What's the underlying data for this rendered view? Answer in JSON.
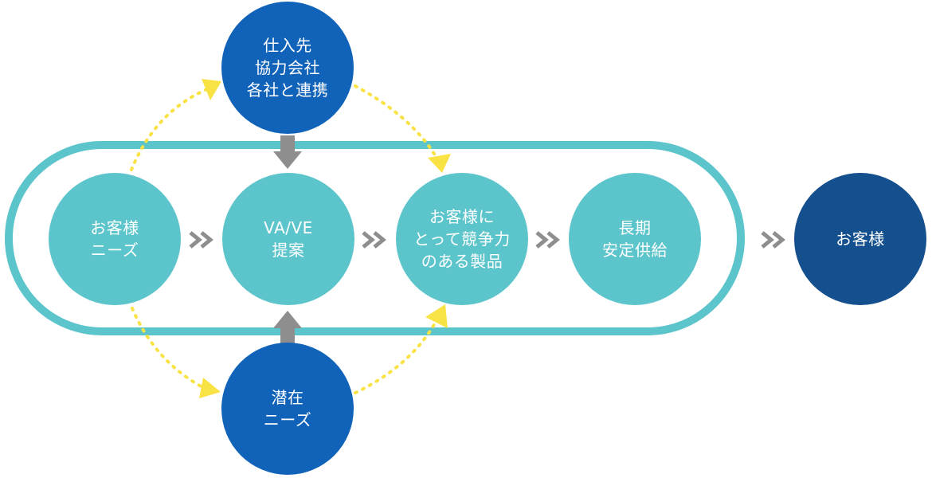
{
  "nodes": {
    "needs": {
      "lines": [
        "お客様",
        "ニーズ"
      ]
    },
    "vave": {
      "lines": [
        "VA/VE",
        "提案"
      ]
    },
    "product": {
      "lines": [
        "お客様に",
        "とって競争力",
        "のある製品"
      ]
    },
    "supply": {
      "lines": [
        "長期",
        "安定供給"
      ]
    },
    "suppliers": {
      "lines": [
        "仕入先",
        "協力会社",
        "各社と連携"
      ]
    },
    "latent": {
      "lines": [
        "潜在",
        "ニーズ"
      ]
    },
    "customer": {
      "lines": [
        "お客様"
      ]
    }
  },
  "colors": {
    "loop": "#5cc4cb",
    "teal_node": "#5cc4cb",
    "blue_node": "#1163b9",
    "navy_node": "#144f8e",
    "dotted": "#f9e244",
    "arrow_gray": "#8e8e8e"
  }
}
